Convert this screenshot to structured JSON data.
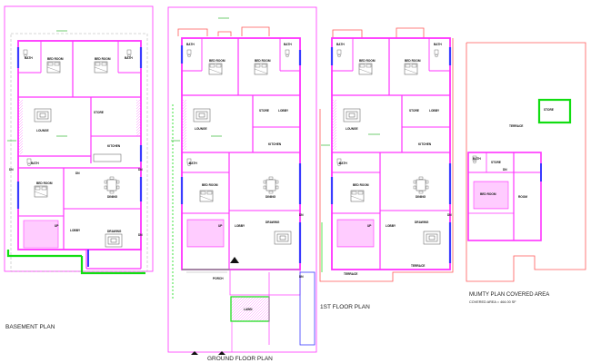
{
  "titles": {
    "basement": "BASEMENT PLAN",
    "ground": "GROUND FLOOR PLAN",
    "first": "1ST FLOOR PLAN",
    "mumty": "MUMTY PLAN COVERED AREA",
    "mumty_sub": "COVERED AREA = 464.00 SF",
    "dn": "DN",
    "up": "UP"
  },
  "rooms": {
    "bed": "BED ROOM",
    "bath": "BATH",
    "lounge": "LOUNGE",
    "kitchen": "KITCHEN",
    "drawing": "DRAWING",
    "dining": "DINING",
    "lobby": "LOBBY",
    "store": "STORE",
    "terrace": "TERRACE",
    "porch": "PORCH",
    "lawn": "LAWN",
    "room": "ROOM"
  },
  "colors": {
    "wall": "#ff33ff",
    "outline": "#ff5a5a",
    "glass": "#3b3bff",
    "green": "#11dd11",
    "furniture": "#555555"
  }
}
